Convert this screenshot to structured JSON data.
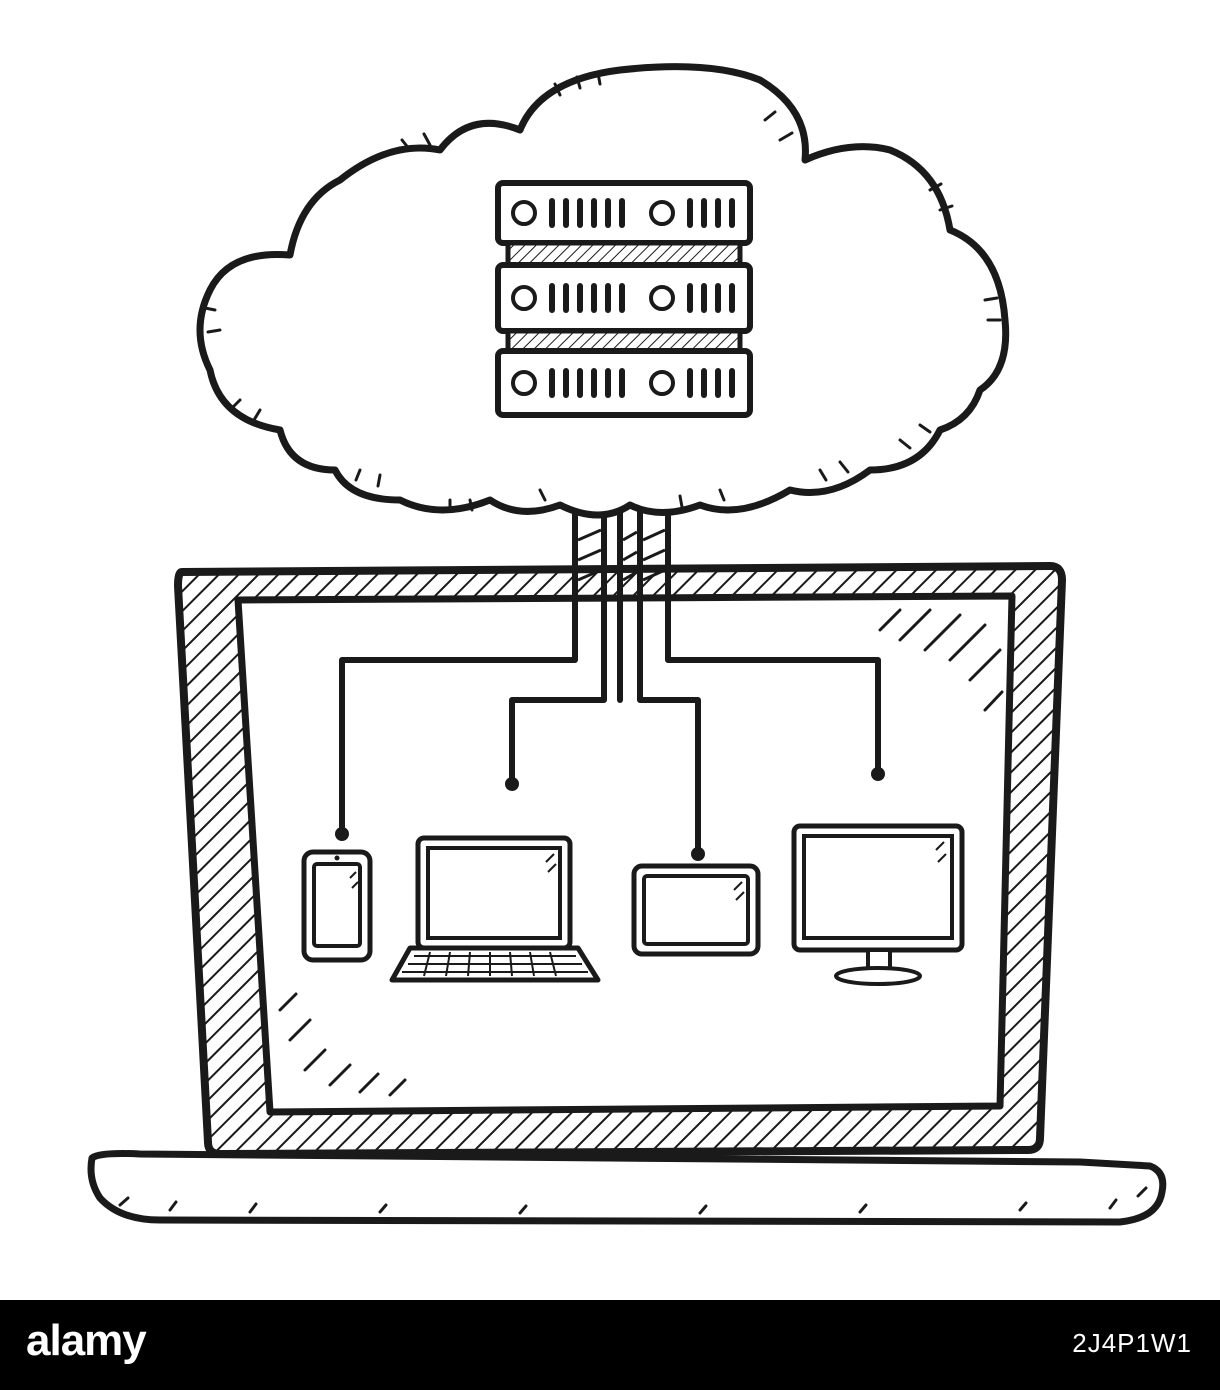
{
  "illustration": {
    "subject": "cloud-computing",
    "stroke_color": "#1a1a1a",
    "fill_color": "#ffffff",
    "server_units": 3,
    "devices": [
      "smartphone",
      "laptop",
      "tablet",
      "desktop-monitor"
    ]
  },
  "footer": {
    "background": "#000000",
    "logo_text": "alamy",
    "image_code": "2J4P1W1"
  }
}
